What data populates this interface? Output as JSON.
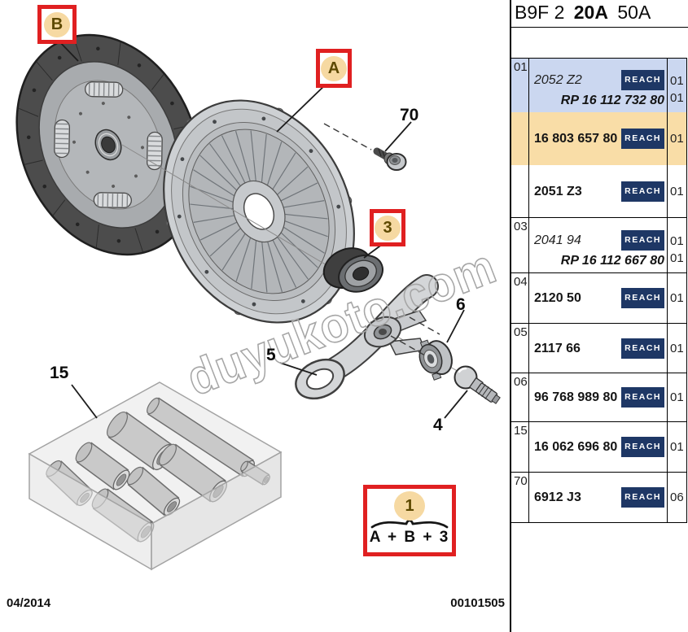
{
  "header": {
    "code_prefix": "B9F 2",
    "code_bold": "20A",
    "code_suffix": "50A"
  },
  "table": {
    "reach_label": "REACH",
    "rows": [
      {
        "ref": "01",
        "part": "2052 Z2",
        "part2": "RP 16 112 732 80",
        "qty": "01",
        "qty2": "01"
      },
      {
        "ref": "",
        "part": "16 803 657 80",
        "qty": "01"
      },
      {
        "ref": "",
        "part": "2051 Z3",
        "qty": "01"
      },
      {
        "ref": "03",
        "part": "2041 94",
        "part2": "RP 16 112 667 80",
        "qty": "01",
        "qty2": "01"
      },
      {
        "ref": "04",
        "part": "2120 50",
        "qty": "01"
      },
      {
        "ref": "05",
        "part": "2117 66",
        "qty": "01"
      },
      {
        "ref": "06",
        "part": "96 768 989 80",
        "qty": "01"
      },
      {
        "ref": "15",
        "part": "16 062 696 80",
        "qty": "01"
      },
      {
        "ref": "70",
        "part": "6912 J3",
        "qty": "06"
      }
    ]
  },
  "diagram": {
    "callouts": {
      "b": "B",
      "a": "A",
      "three": "3",
      "combo_number": "1",
      "combo_formula": "A + B + 3"
    },
    "labels": {
      "l70": "70",
      "l5": "5",
      "l6": "6",
      "l4": "4",
      "l15": "15"
    },
    "watermark": "duyukoto.com"
  },
  "footer": {
    "date": "04/2014",
    "doc_number": "00101505"
  },
  "colors": {
    "highlight_blue": "#CBD7F0",
    "highlight_orange": "#F9DDA7",
    "reach_badge_bg": "#1E3765",
    "callout_border_red": "#E02021",
    "callout_fill_tan": "#F6D9A2"
  }
}
